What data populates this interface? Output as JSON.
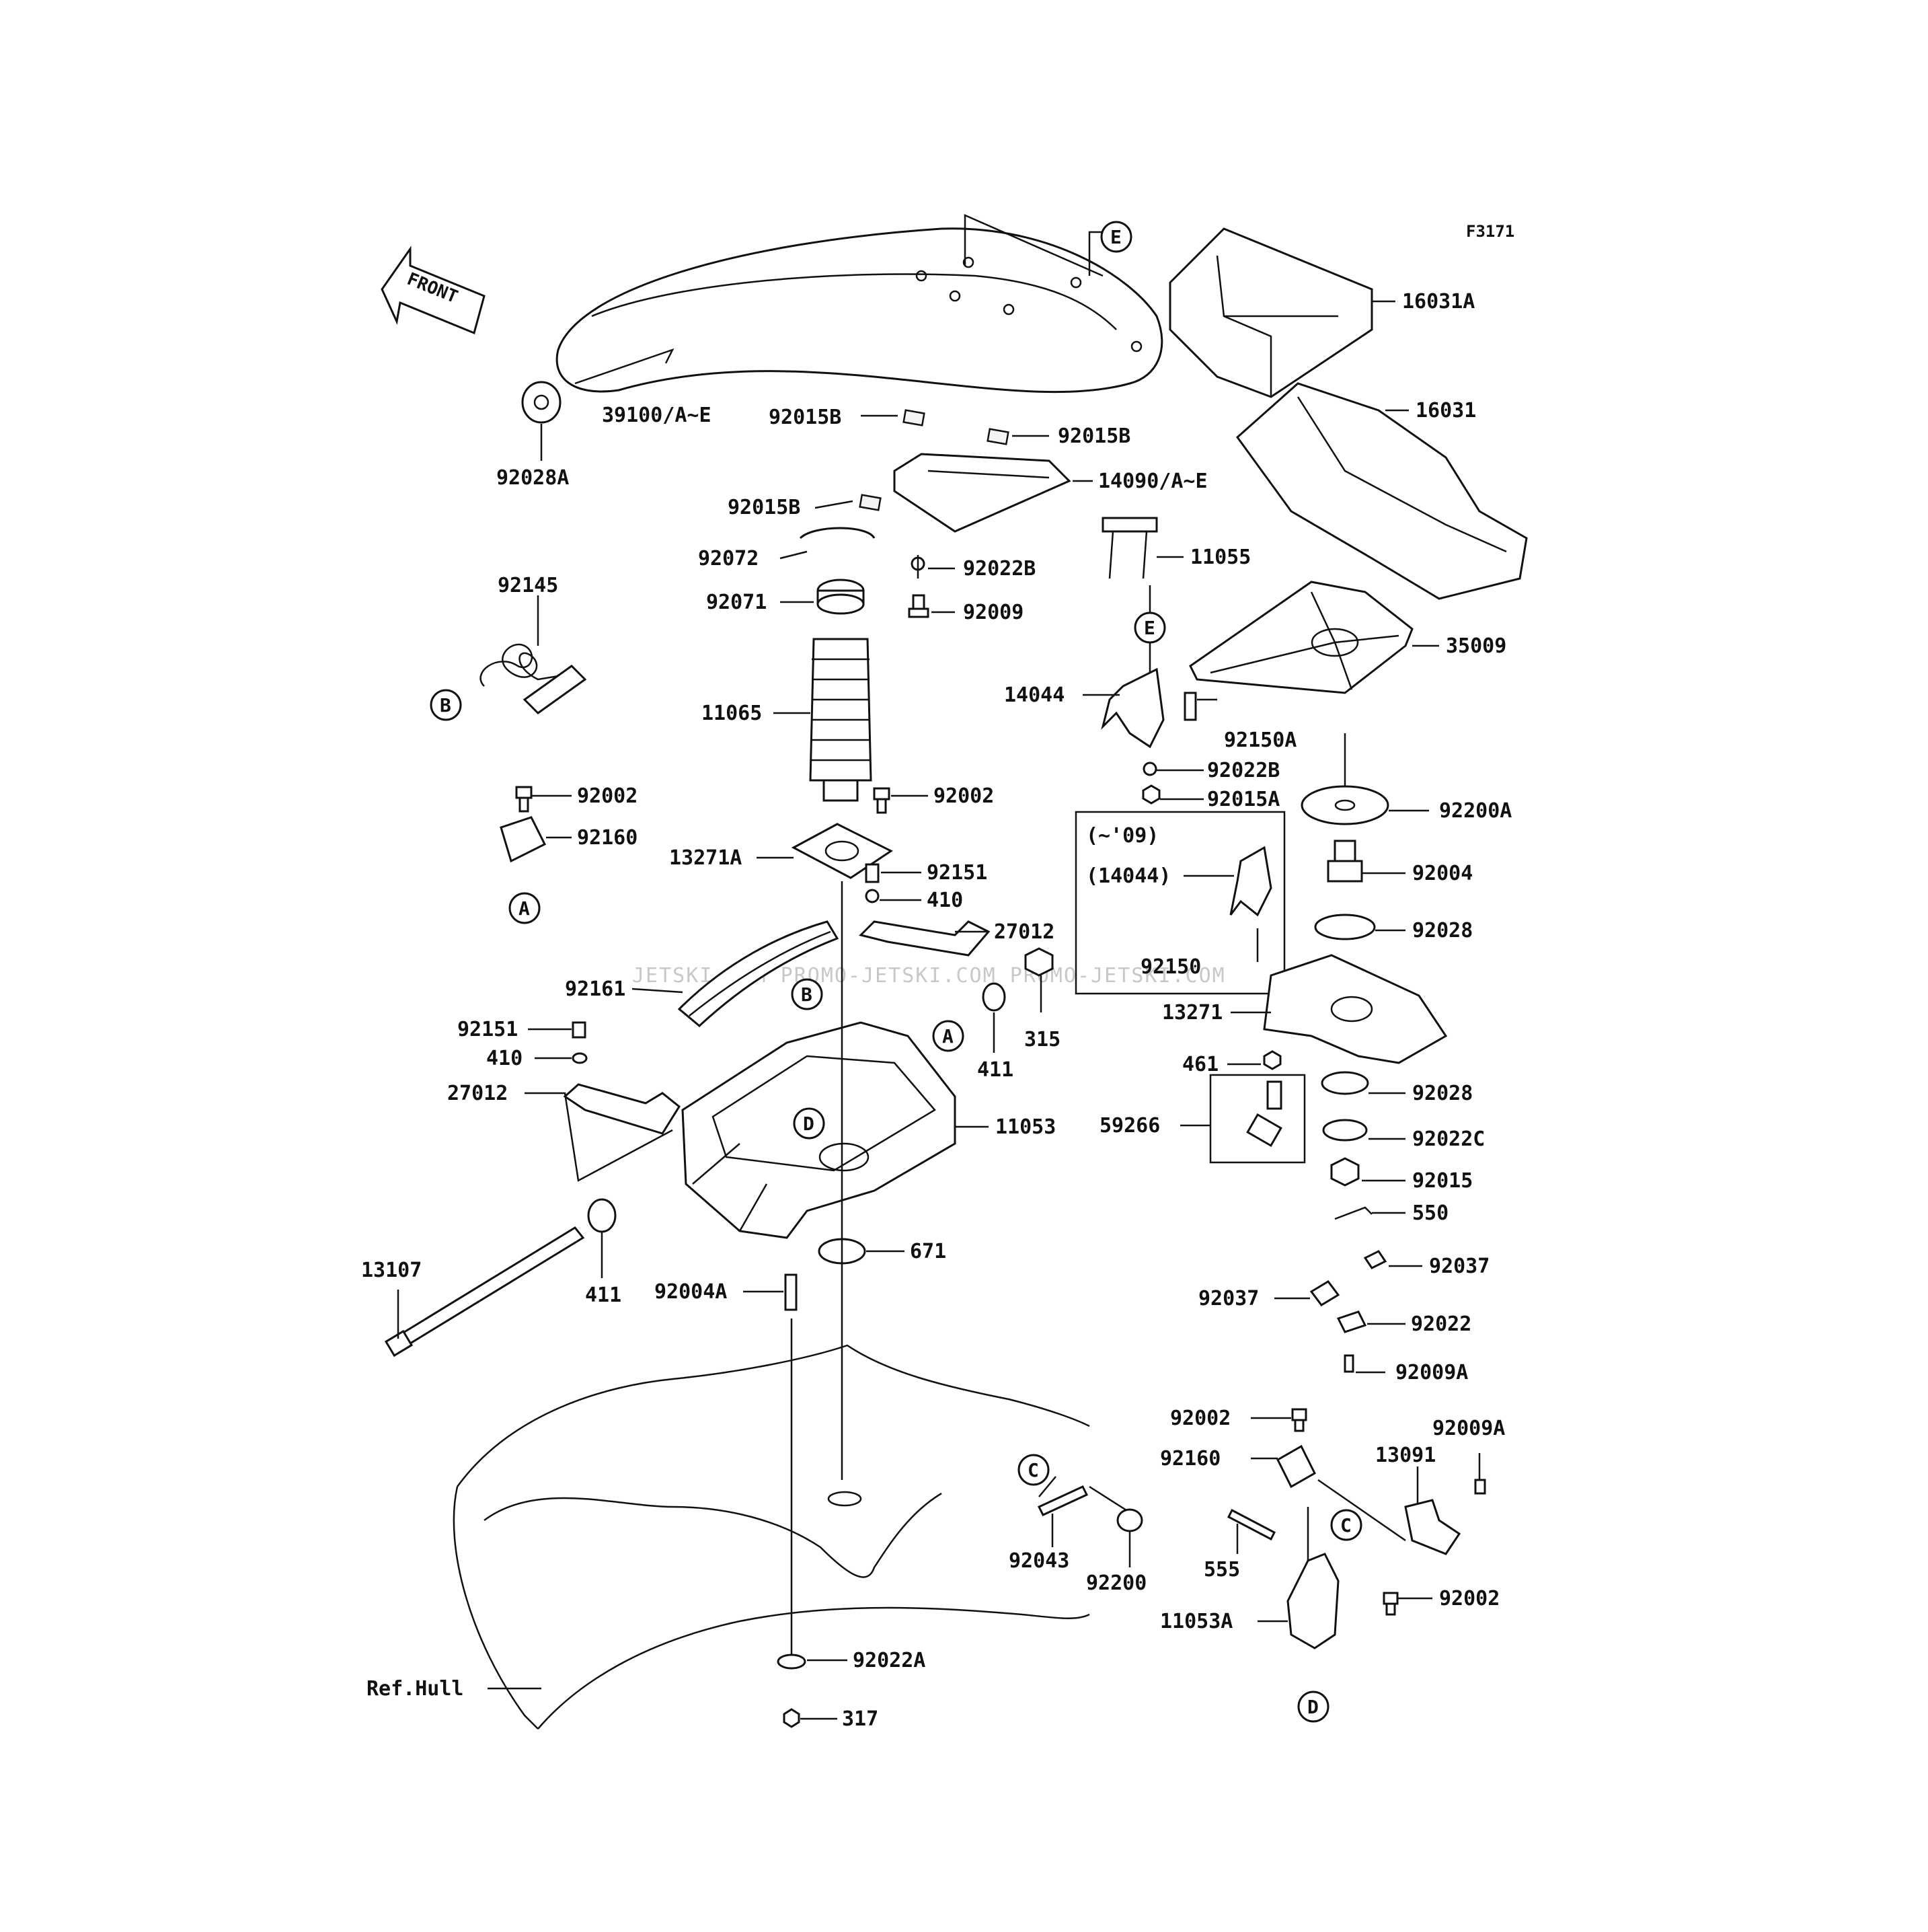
{
  "figure_id": "F3171",
  "front_label": "FRONT",
  "watermark": "JETSKI.COM  PROMO-JETSKI.COM  PROMO-JETSKI.COM",
  "ref_hull": "Ref.Hull",
  "variant_box": {
    "years": "(~'09)",
    "part": "(14044)",
    "bolt": "92150"
  },
  "callouts": {
    "A": "A",
    "B": "B",
    "C": "C",
    "D": "D",
    "E": "E"
  },
  "labels": {
    "p39100": "39100/A~E",
    "p92028A": "92028A",
    "p92015B_1": "92015B",
    "p92015B_2": "92015B",
    "p92015B_3": "92015B",
    "p14090": "14090/A~E",
    "p92072": "92072",
    "p92022B_1": "92022B",
    "p92071": "92071",
    "p92009": "92009",
    "p16031A": "16031A",
    "p16031": "16031",
    "p11055": "11055",
    "p35009": "35009",
    "p92145": "92145",
    "p11065": "11065",
    "p14044": "14044",
    "p92150A": "92150A",
    "p92022B_2": "92022B",
    "p92015A": "92015A",
    "p92002_1": "92002",
    "p92002_2": "92002",
    "p92160_1": "92160",
    "p13271A": "13271A",
    "p92151_1": "92151",
    "p410_1": "410",
    "p27012_1": "27012",
    "p92200A": "92200A",
    "p92004": "92004",
    "p92028_1": "92028",
    "p92161": "92161",
    "p315": "315",
    "p13271": "13271",
    "p92151_2": "92151",
    "p410_2": "410",
    "p411_1": "411",
    "p27012_2": "27012",
    "p11053": "11053",
    "p461": "461",
    "p92028_2": "92028",
    "p59266": "59266",
    "p92022C": "92022C",
    "p92015": "92015",
    "p550": "550",
    "p13107": "13107",
    "p411_2": "411",
    "p92004A": "92004A",
    "p671": "671",
    "p92037_1": "92037",
    "p92037_2": "92037",
    "p92022": "92022",
    "p92009A_1": "92009A",
    "p92002_3": "92002",
    "p92009A_2": "92009A",
    "p92160_2": "92160",
    "p13091": "13091",
    "p92043": "92043",
    "p92200": "92200",
    "p555": "555",
    "p92002_4": "92002",
    "p11053A": "11053A",
    "p92022A": "92022A",
    "p317": "317"
  }
}
